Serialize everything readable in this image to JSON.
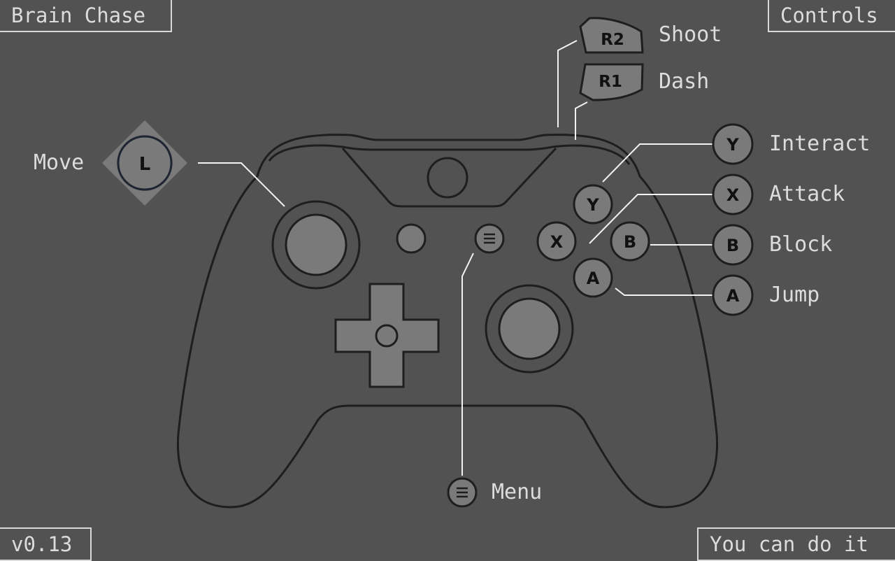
{
  "corners": {
    "title": "Brain Chase",
    "screen": "Controls",
    "version": "v0.13",
    "tagline": "You can do it"
  },
  "buttons": {
    "shoulder_r2": "R2",
    "shoulder_r1": "R1",
    "stick_left": "L",
    "face_y": "Y",
    "face_x": "X",
    "face_b": "B",
    "face_a": "A"
  },
  "bindings": {
    "shoot": "Shoot",
    "dash": "Dash",
    "move": "Move",
    "interact": "Interact",
    "attack": "Attack",
    "block": "Block",
    "jump": "Jump",
    "menu": "Menu"
  },
  "colors": {
    "background": "#525252",
    "outline": "#1e1e1e",
    "button": "#7a7a7a",
    "text": "#dcdcdc"
  }
}
